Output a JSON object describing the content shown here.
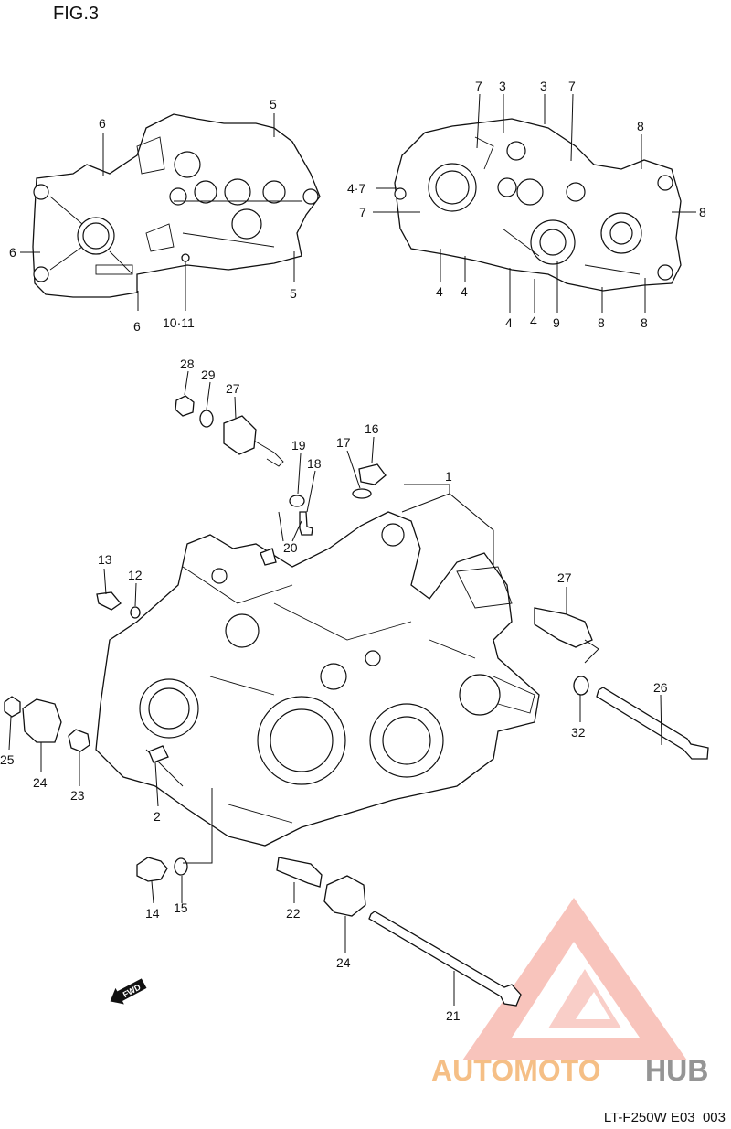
{
  "figure": {
    "title": "FIG.3",
    "model_code": "LT-F250W E03_003"
  },
  "watermark": {
    "brand_part1": "AUTOMOTO",
    "brand_part2": "HUB",
    "color_primary": "#f08070",
    "color_secondary": "#f5b97a",
    "color_gray": "#8a8a8a"
  },
  "fwd_badge": "FWD",
  "callouts": {
    "c6a": "6",
    "c5a": "5",
    "c6b": "6",
    "c5b": "5",
    "c6c": "6",
    "c1011": "10·11",
    "c7a": "7",
    "c3a": "3",
    "c3b": "3",
    "c7b": "7",
    "c8a": "8",
    "c47": "4·7",
    "c7c": "7",
    "c8b": "8",
    "c4a": "4",
    "c4b": "4",
    "c4c": "4",
    "c4d": "4",
    "c9": "9",
    "c8c": "8",
    "c8d": "8",
    "c28": "28",
    "c29": "29",
    "c27a": "27",
    "c19": "19",
    "c17": "17",
    "c16": "16",
    "c18": "18",
    "c1": "1",
    "c20": "20",
    "c13": "13",
    "c12": "12",
    "c27b": "27",
    "c26": "26",
    "c32": "32",
    "c25": "25",
    "c24a": "24",
    "c23": "23",
    "c2": "2",
    "c14": "14",
    "c15": "15",
    "c22": "22",
    "c24b": "24",
    "c21": "21"
  },
  "colors": {
    "ink": "#111111",
    "paper": "#ffffff"
  }
}
